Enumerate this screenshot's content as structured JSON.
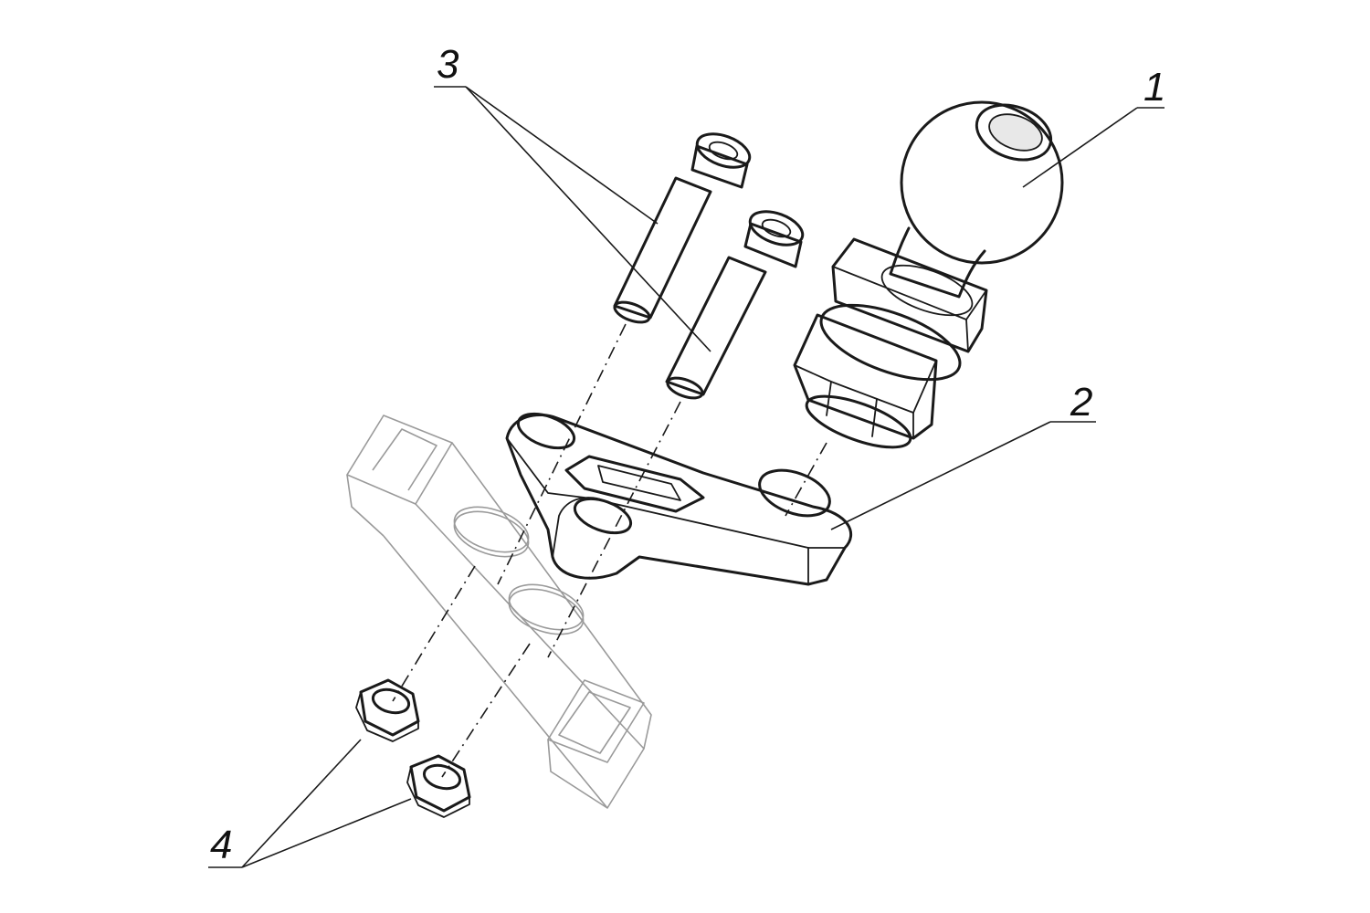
{
  "callouts": {
    "part_1": "1",
    "part_2": "2",
    "part_3": "3",
    "part_4": "4"
  },
  "colors": {
    "ink": "#1a1a1a",
    "ghost": "#9a9a9a",
    "background": "#ffffff"
  }
}
